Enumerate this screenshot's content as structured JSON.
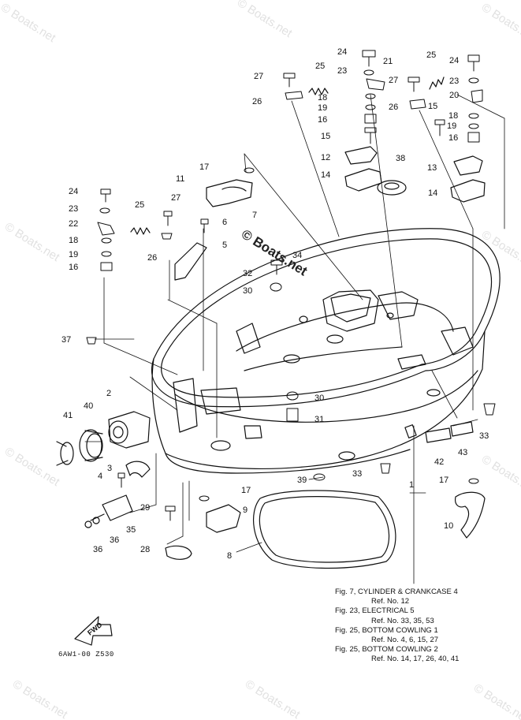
{
  "watermark": "© Boats.net",
  "callouts": [
    "1",
    "2",
    "3",
    "4",
    "5",
    "6",
    "7",
    "8",
    "9",
    "10",
    "11",
    "12",
    "13",
    "14",
    "15",
    "16",
    "17",
    "18",
    "19",
    "20",
    "21",
    "22",
    "23",
    "24",
    "25",
    "26",
    "27",
    "28",
    "29",
    "30",
    "31",
    "32",
    "33",
    "34",
    "35",
    "36",
    "37",
    "38",
    "39",
    "40",
    "41",
    "42",
    "43"
  ],
  "references": [
    {
      "fig": "Fig. 7, CYLINDER & CRANKCASE 4",
      "ref": "Ref. No. 12"
    },
    {
      "fig": "Fig. 23, ELECTRICAL 5",
      "ref": "Ref. No. 33, 35, 53"
    },
    {
      "fig": "Fig. 25, BOTTOM COWLING 1",
      "ref": "Ref. No. 4, 6, 15, 27"
    },
    {
      "fig": "Fig. 25, BOTTOM COWLING 2",
      "ref": "Ref. No. 14, 17, 26, 40, 41"
    }
  ],
  "fwd_label": "FWD",
  "diagram_code": "6AW1-00 Z530",
  "colors": {
    "ink": "#111111",
    "watermark": "#c9c9c9"
  }
}
